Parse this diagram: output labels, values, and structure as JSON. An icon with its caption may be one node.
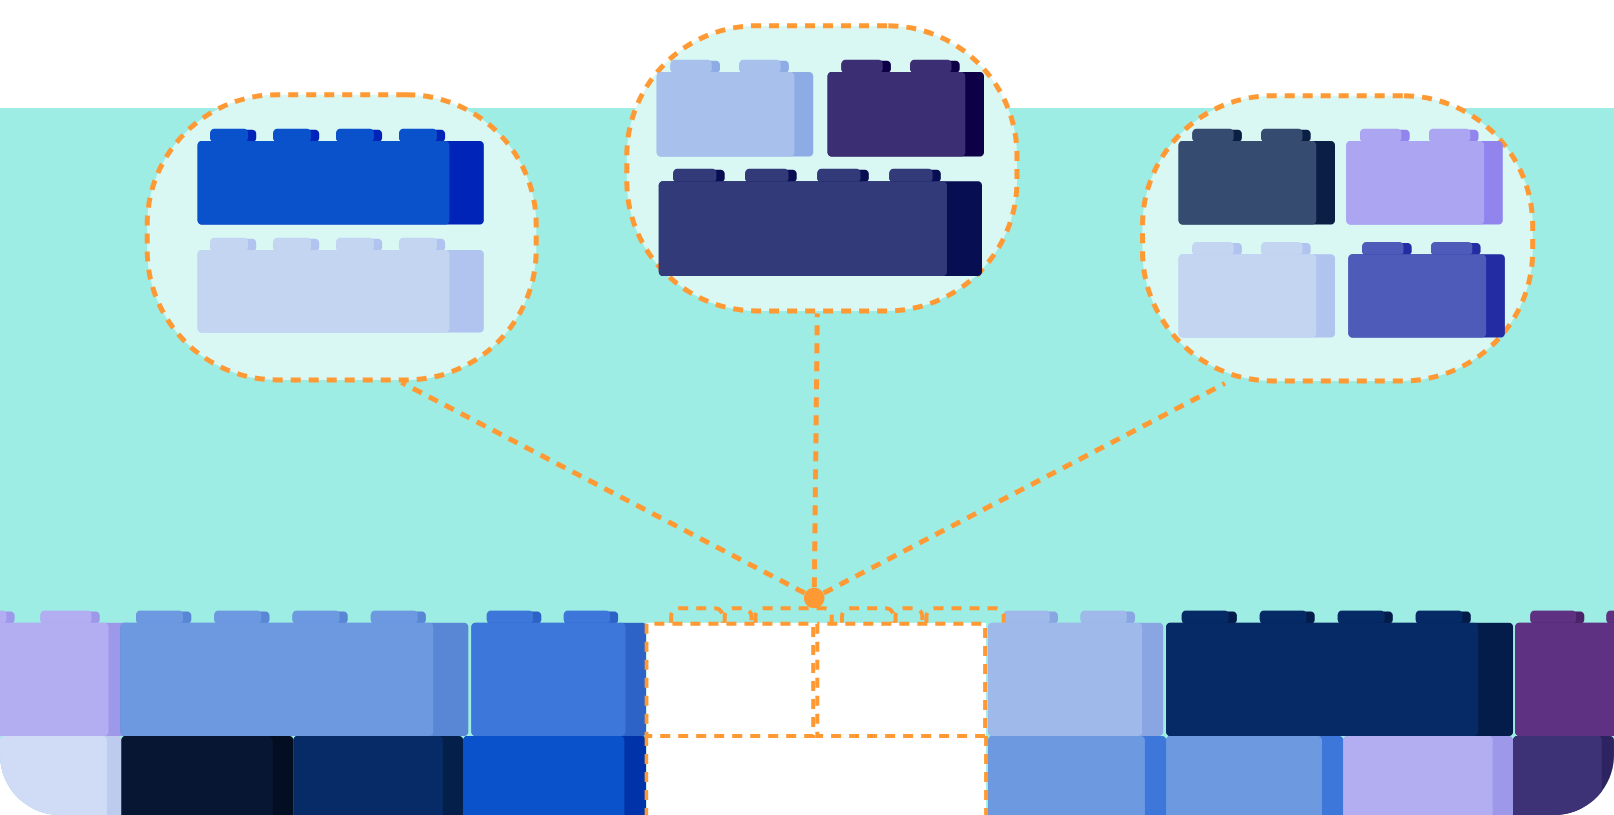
{
  "diagram": {
    "nodes": [
      {
        "text": [],
        "shape": "box"
      },
      {
        "text": [],
        "shape": "box"
      },
      {
        "text": [],
        "shape": "box"
      },
      {
        "text": [],
        "shape": "circle"
      }
    ],
    "edges": [
      {
        "from": 3,
        "to": 0,
        "arrow": "none",
        "style": "dashed"
      },
      {
        "from": 3,
        "to": 1,
        "arrow": "none",
        "style": "dashed"
      },
      {
        "from": 3,
        "to": 2,
        "arrow": "none",
        "style": "dashed"
      }
    ]
  }
}
